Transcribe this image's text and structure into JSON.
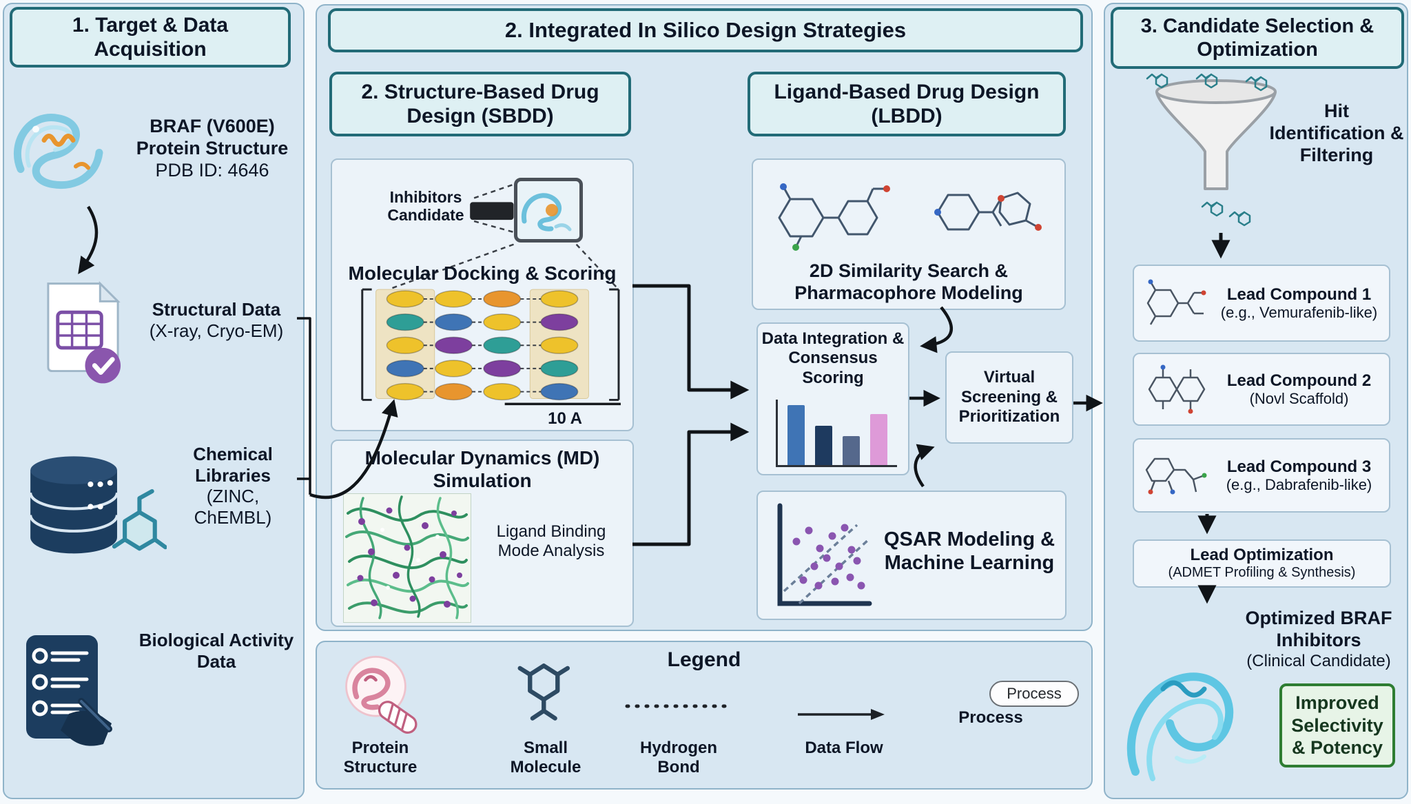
{
  "panel1": {
    "title": "1. Target & Data Acquisition",
    "braf_bold": "BRAF (V600E) Protein Structure ",
    "braf_rest": "PDB ID: 4646",
    "structural_bold": "Structural Data",
    "structural_rest": "(X-ray, Cryo-EM)",
    "chemical_bold": "Chemical Libraries",
    "chemical_rest": "(ZINC, ChEMBL)",
    "biological_bold": "Biological Activity Data"
  },
  "panel2": {
    "title": "2. Integrated In Silico Design Strategies",
    "sbdd_title": "2. Structure-Based Drug Design (SBDD)",
    "inhibitors_label": "Inhibitors Candidate",
    "docking_title": "Molecular Docking & Scoring",
    "scale_label": "10 A",
    "md_title": "Molecular Dynamics (MD) Simulation",
    "md_caption": "Ligand Binding Mode Analysis",
    "lbdd_title": "Ligand-Based Drug Design (LBDD)",
    "similarity_title": "2D Similarity Search & Pharmacophore Modeling",
    "integration_title": "Data Integration & Consensus Scoring",
    "screening_title": "Virtual Screening & Prioritization",
    "qsar_title": "QSAR Modeling & Machine Learning"
  },
  "legend": {
    "title": "Legend",
    "protein_label": "Protein Structure",
    "molecule_label": "Small Molecule",
    "hbond_label": "Hydrogen Bond",
    "dataflow_label": "Data Flow",
    "process_pill": "Process",
    "process_label": "Process"
  },
  "panel3": {
    "title": "3. Candidate Selection & Optimization",
    "hit_label": "Hit Identification & Filtering",
    "lead1_bold": "Lead Compound 1",
    "lead1_rest": "(e.g., Vemurafenib-like)",
    "lead2_bold": "Lead Compound 2",
    "lead2_rest": "(Novl Scaffold)",
    "lead3_bold": "Lead Compound 3",
    "lead3_rest": "(e.g., Dabrafenib-like)",
    "leadopt_bold": "Lead Optimization",
    "leadopt_rest": "(ADMET Profiling & Synthesis)",
    "optimized_bold": "Optimized BRAF Inhibitors ",
    "optimized_rest": "(Clinical Candidate)",
    "improved_label": "Improved Selectivity & Potency"
  },
  "chart_data": {
    "type": "bar",
    "title": "Consensus scoring inset chart",
    "values": [
      0.95,
      0.62,
      0.46,
      0.8
    ],
    "colors": [
      "#3f74b5",
      "#1e3a5f",
      "#55688c",
      "#de9ad8"
    ],
    "legend_position": "none",
    "grid": false
  }
}
